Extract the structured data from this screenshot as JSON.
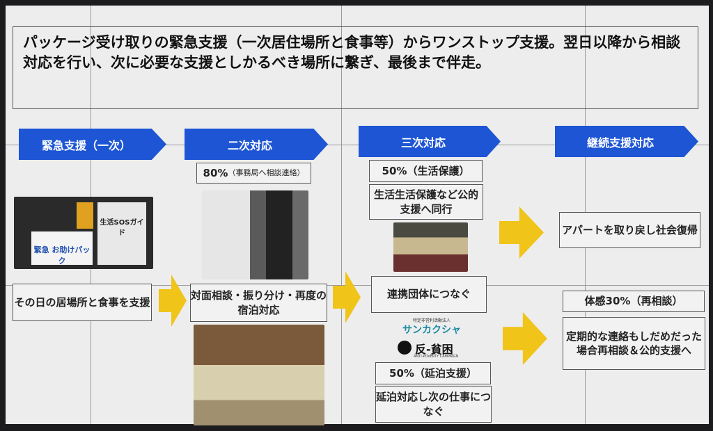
{
  "title": "パッケージ受け取りの緊急支援（一次居住場所と食事等）からワンストップ支援。翌日以降から相談対応を行い、次に必要な支援としかるべき場所に繋ぎ、最後まで伴走。",
  "stages": [
    "緊急支援（一次）",
    "二次対応",
    "三次対応",
    "継続支援対応"
  ],
  "col1": {
    "photo_text": "緊急 お助けパック",
    "guide_text": "生活SOSガイド",
    "box": "その日の居場所と食事を支援"
  },
  "col2": {
    "rate": "80%",
    "rate_note": "（事務局へ相談連絡）",
    "box": "対面相談・振り分け・再度の宿泊対応"
  },
  "col3": {
    "rate1": "50%（生活保護）",
    "box1": "生活生活保護など公的支援へ同行",
    "box2": "連携団体につなぐ",
    "logo1_sub": "特定非営利活動法人",
    "logo1": "サンカクシャ",
    "logo2": "反-貧困",
    "logo2_sub": "ANTI-POVERTY CAMPAIGN",
    "rate2": "50%（延泊支援）",
    "box3": "延泊対応し次の仕事につなぐ"
  },
  "col4": {
    "box1": "アパートを取り戻し社会復帰",
    "rate": "体感30%（再相談）",
    "box2": "定期的な連絡もしだめだった場合再相談＆公的支援へ"
  },
  "colors": {
    "blue": "#1d55d4",
    "yellow": "#f0c419"
  }
}
